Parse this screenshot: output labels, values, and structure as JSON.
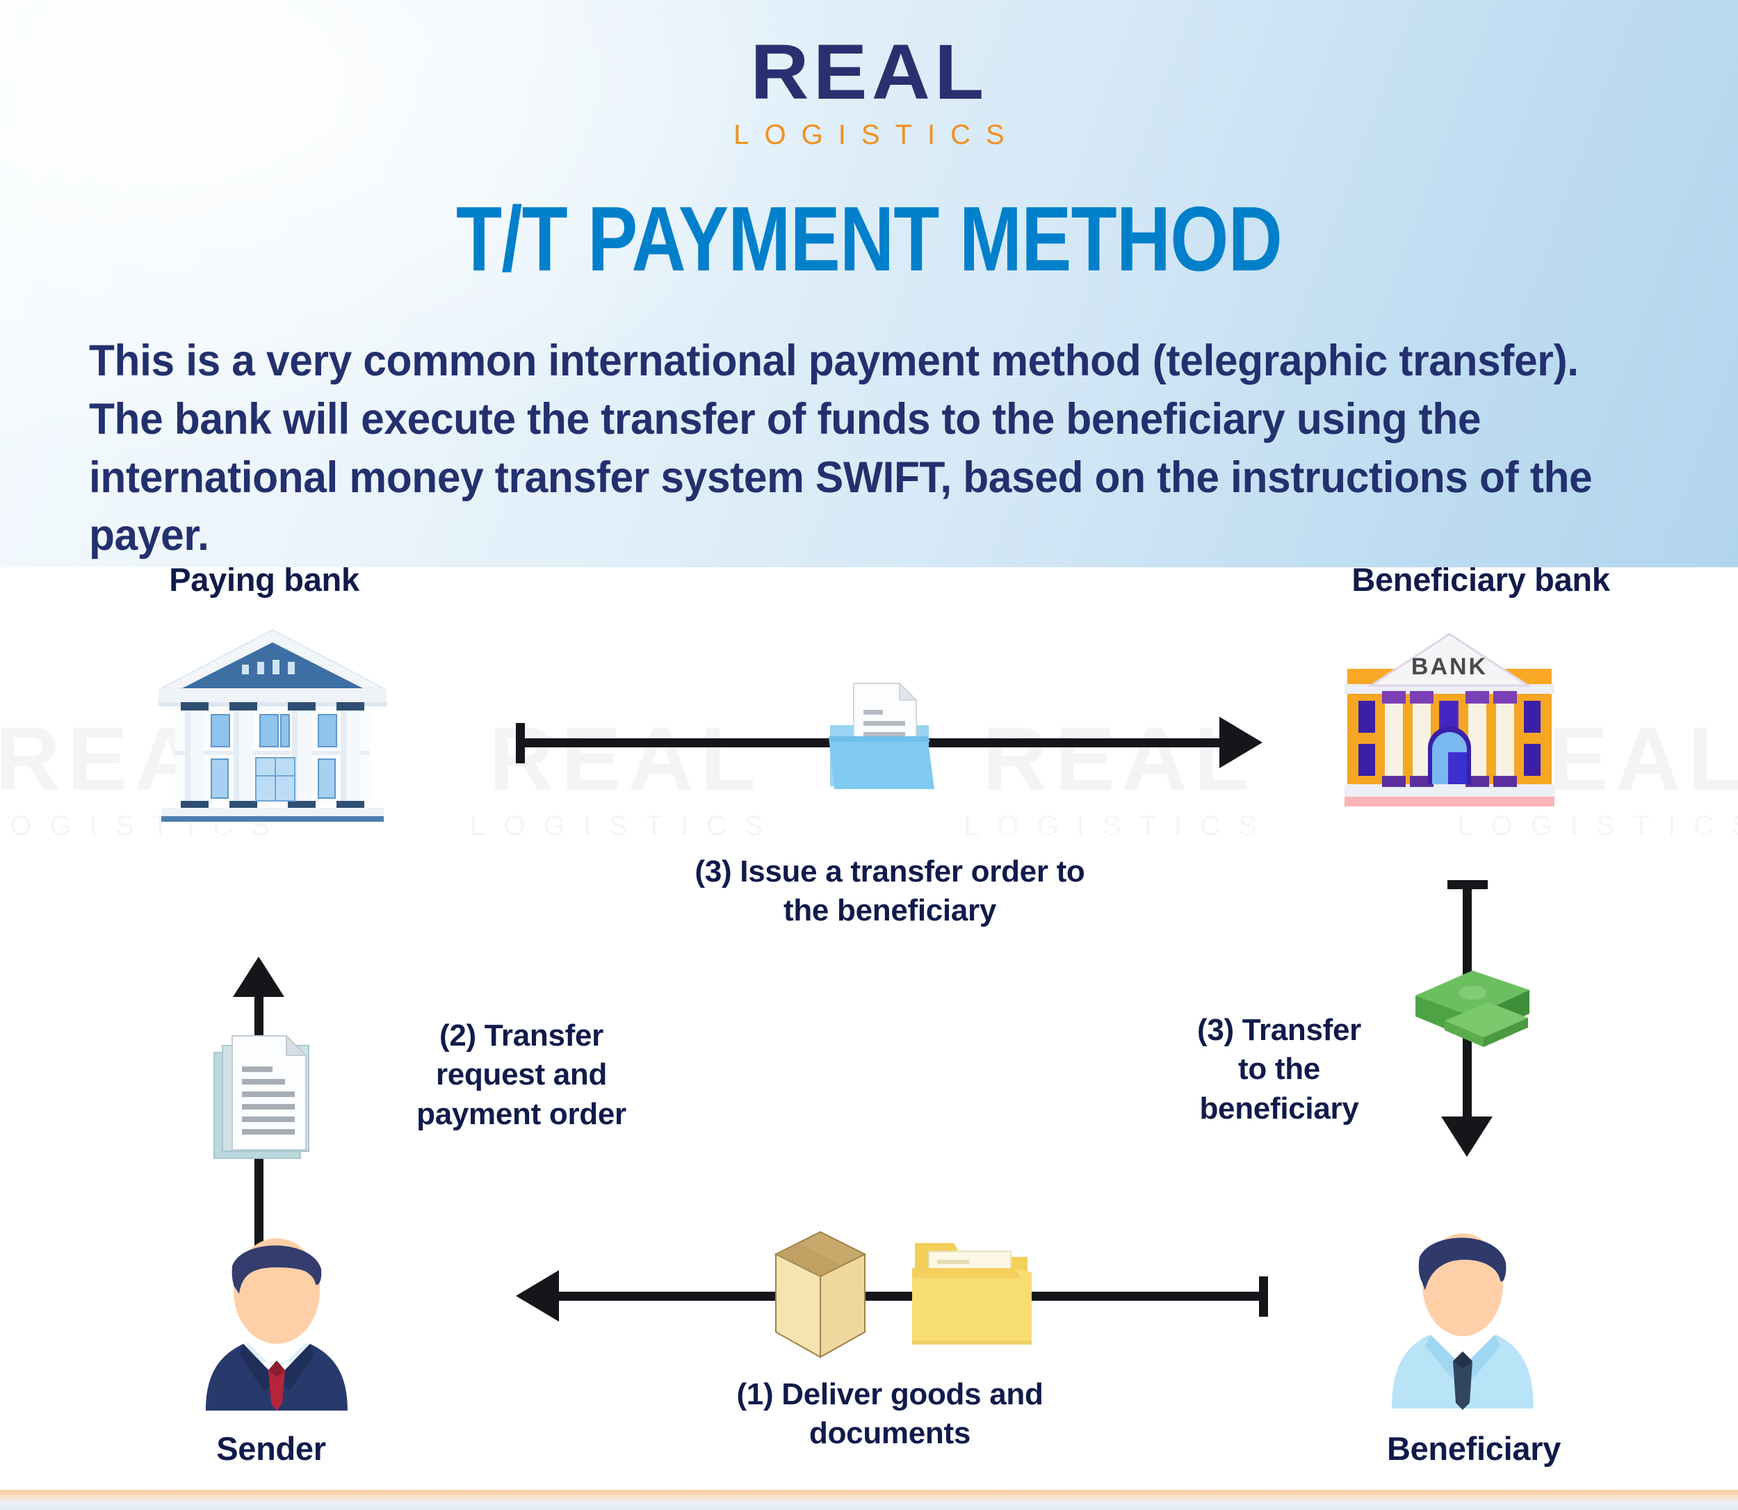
{
  "brand": {
    "name": "REAL",
    "tagline": "LOGISTICS",
    "navy": "#2b2f70",
    "orange": "#f0901e"
  },
  "header": {
    "title": "T/T PAYMENT METHOD",
    "title_color": "#0080cb",
    "intro": "This is a very common international payment method (telegraphic transfer). The bank will execute the transfer of funds to the beneficiary using the international money transfer system SWIFT, based on the instructions of the payer.",
    "text_color": "#23306e"
  },
  "watermark": {
    "real": "REAL",
    "logistics": "LOGISTICS"
  },
  "diagram": {
    "nodes": {
      "paying_bank": "Paying bank",
      "beneficiary_bank": "Beneficiary bank",
      "sender": "Sender",
      "beneficiary": "Beneficiary"
    },
    "steps": [
      {
        "id": "step-1",
        "number": "(1)",
        "label": "(1) Deliver goods and\ndocuments",
        "line1": "(1) Deliver goods and",
        "line2": "documents",
        "direction": "right-to-left",
        "icons": [
          "package-box-icon",
          "folder-icon"
        ]
      },
      {
        "id": "step-2",
        "number": "(2)",
        "label": "(2) Transfer\nrequest and\npayment order",
        "line1": "(2) Transfer",
        "line2": "request and",
        "line3": "payment order",
        "direction": "bottom-to-top",
        "icons": [
          "documents-icon"
        ]
      },
      {
        "id": "step-3-issue",
        "number": "(3)",
        "label": "(3)  Issue a transfer order to\nthe beneficiary",
        "line1": "(3)  Issue a transfer order to",
        "line2": "the beneficiary",
        "direction": "left-to-right",
        "icons": [
          "document-folder-icon"
        ]
      },
      {
        "id": "step-3-transfer",
        "number": "(3)",
        "label": "(3) Transfer\nto the\nbeneficiary",
        "line1": "(3) Transfer",
        "line2": "to the",
        "line3": "beneficiary",
        "direction": "top-to-bottom",
        "icons": [
          "money-stack-icon"
        ]
      }
    ]
  }
}
